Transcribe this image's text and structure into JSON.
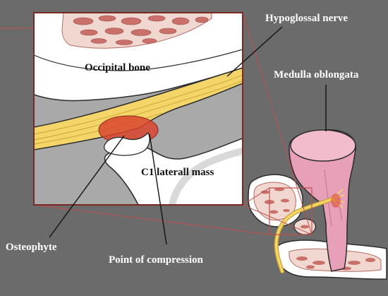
{
  "labels": {
    "hypoglossal_nerve": "Hypoglossal nerve",
    "medulla_oblongata": "Medulla oblongata",
    "occipital_bone": "Occipital bone",
    "c1_lateral_mass": "C1 laterall mass",
    "osteophyte": "Osteophyte",
    "point_of_compression": "Point of compression"
  },
  "colors": {
    "background": "#6b6b6b",
    "bone_fill": "#ffffff",
    "bone_texture": "#c9706a",
    "cancellous": "#f0d8d0",
    "nerve": "#f4d56a",
    "nerve_edge": "#c8a030",
    "medulla": "#e8a0b8",
    "compression": "#d9452e",
    "callout_line": "#c0504d"
  }
}
